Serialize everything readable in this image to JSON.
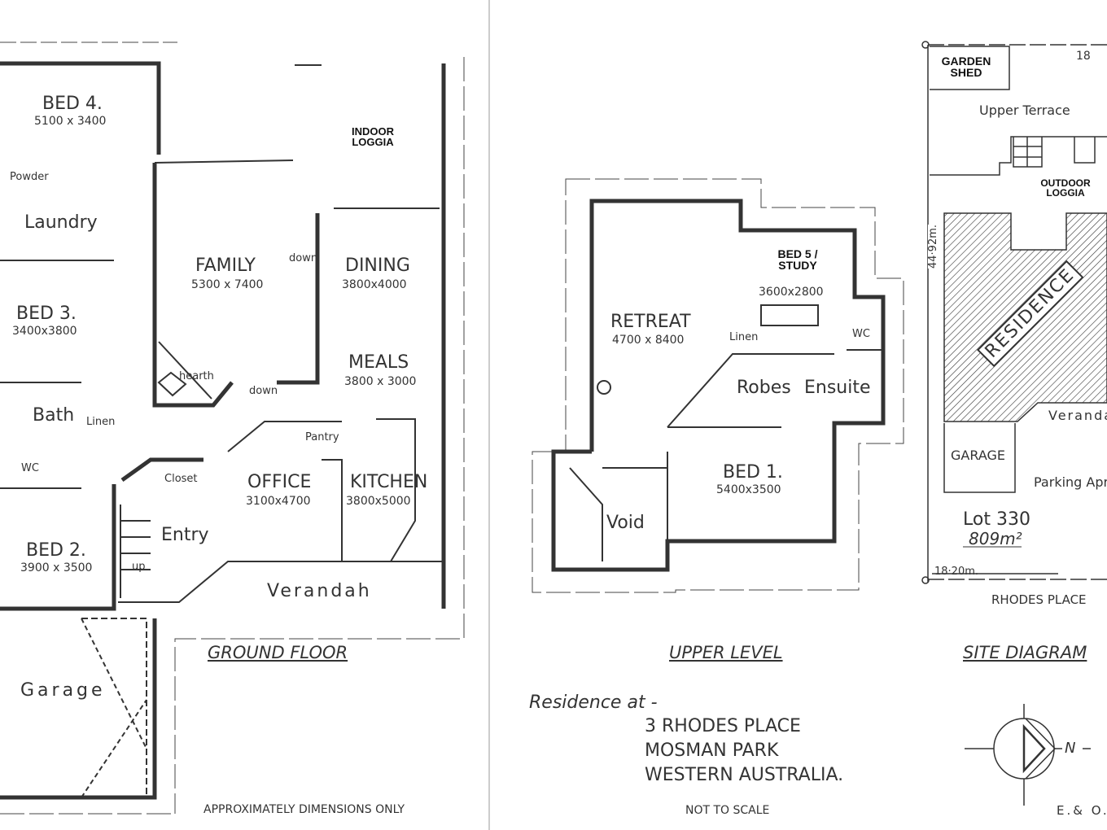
{
  "ground_floor": {
    "title": "GROUND FLOOR",
    "note": "APPROXIMATELY DIMENSIONS ONLY",
    "rooms": [
      {
        "name": "BED 4.",
        "dims": "5100 x 3400"
      },
      {
        "name": "INDOOR LOGGIA",
        "dims": ""
      },
      {
        "name": "Powder",
        "dims": ""
      },
      {
        "name": "Laundry",
        "dims": ""
      },
      {
        "name": "FAMILY",
        "dims": "5300 x 7400"
      },
      {
        "name": "DINING",
        "dims": "3800x4000"
      },
      {
        "name": "BED 3.",
        "dims": "3400x3800"
      },
      {
        "name": "MEALS",
        "dims": "3800 x 3000"
      },
      {
        "name": "Bath",
        "dims": ""
      },
      {
        "name": "Linen",
        "dims": ""
      },
      {
        "name": "WC",
        "dims": ""
      },
      {
        "name": "Closet",
        "dims": ""
      },
      {
        "name": "OFFICE",
        "dims": "3100x4700"
      },
      {
        "name": "Pantry",
        "dims": ""
      },
      {
        "name": "KITCHEN",
        "dims": "3800x5000"
      },
      {
        "name": "Entry",
        "dims": ""
      },
      {
        "name": "BED 2.",
        "dims": "3900 x 3500"
      },
      {
        "name": "Verandah",
        "dims": ""
      },
      {
        "name": "Garage",
        "dims": ""
      }
    ],
    "annotations": {
      "down_1": "down",
      "down_2": "down",
      "hearth": "hearth",
      "up": "up"
    }
  },
  "upper_level": {
    "title": "UPPER LEVEL",
    "rooms": [
      {
        "name": "BED 5 / STUDY",
        "dims": "3600x2800"
      },
      {
        "name": "RETREAT",
        "dims": "4700 x 8400"
      },
      {
        "name": "Linen",
        "dims": ""
      },
      {
        "name": "WC",
        "dims": ""
      },
      {
        "name": "Robes",
        "dims": ""
      },
      {
        "name": "Ensuite",
        "dims": ""
      },
      {
        "name": "BED 1.",
        "dims": "5400x3500"
      },
      {
        "name": "Void",
        "dims": ""
      }
    ]
  },
  "site_diagram": {
    "title": "SITE DIAGRAM",
    "garden_shed": "GARDEN SHED",
    "upper_terrace": "Upper Terrace",
    "outdoor_loggia": "OUTDOOR LOGGIA",
    "residence": "RESIDENCE",
    "verandah": "Verandah",
    "garage": "GARAGE",
    "parking": "Parking Apron",
    "lot": "Lot 330",
    "area": "809m²",
    "side_dim": "44·92m.",
    "front_dim": "18·20m.",
    "top_dim": "18",
    "street": "RHODES PLACE",
    "north": "N",
    "eo": "E.& O.E."
  },
  "address": {
    "prefix": "Residence at -",
    "line1": "3 RHODES PLACE",
    "line2": "MOSMAN PARK",
    "line3": "WESTERN AUSTRALIA.",
    "scale_note": "NOT TO SCALE"
  }
}
